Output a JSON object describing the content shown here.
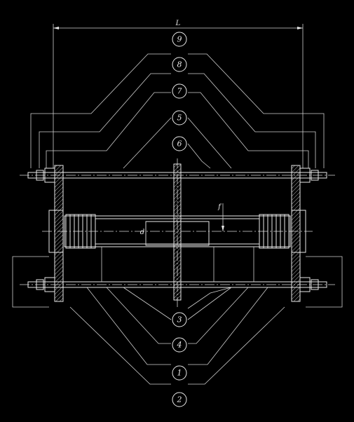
{
  "dimension": {
    "label": "L"
  },
  "callouts_top": [
    "9",
    "8",
    "7",
    "5",
    "6"
  ],
  "callouts_bottom": [
    "3",
    "4",
    "1",
    "2"
  ],
  "small_marks": {
    "bore_mark": "d",
    "offset_mark": "f"
  }
}
